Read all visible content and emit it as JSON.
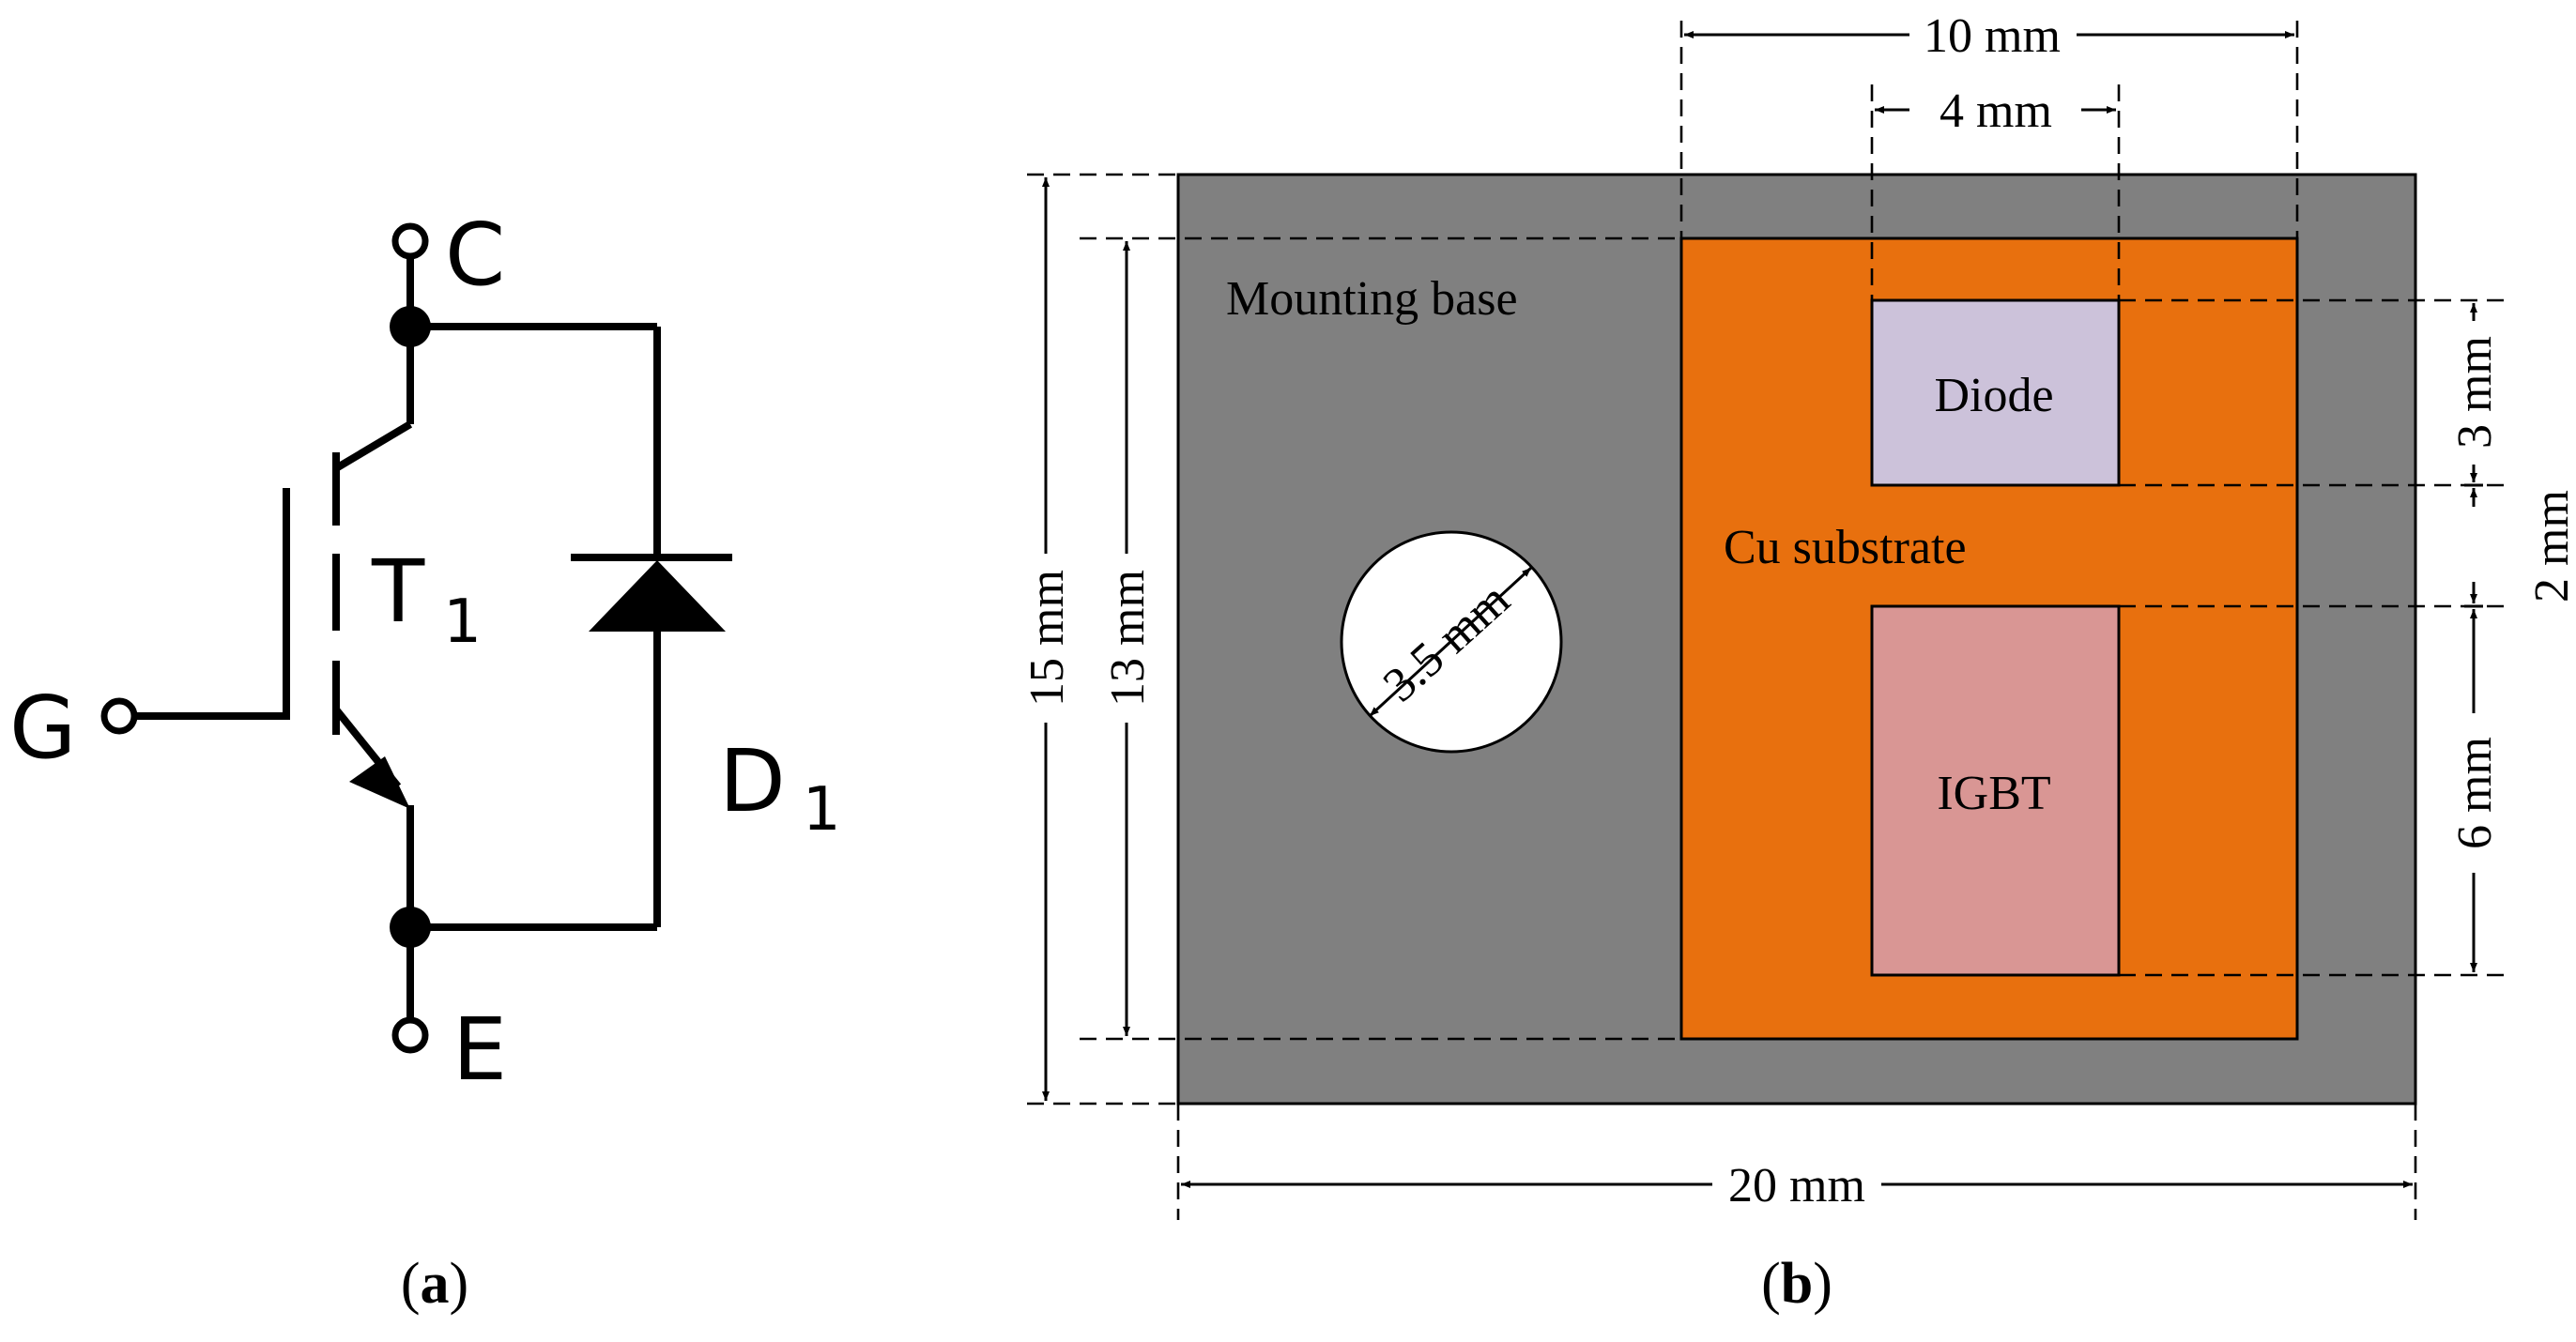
{
  "panel_a": {
    "caption_open": "(",
    "caption_letter": "a",
    "caption_close": ")",
    "terminal_collector": "C",
    "terminal_emitter": "E",
    "terminal_gate": "G",
    "transistor_label": "T",
    "transistor_sub": "1",
    "diode_label": "D",
    "diode_sub": "1"
  },
  "panel_b": {
    "caption_open": "(",
    "caption_letter": "b",
    "caption_close": ")",
    "mounting_base_label": "Mounting base",
    "substrate_label": "Cu substrate",
    "diode_chip_label": "Diode",
    "igbt_chip_label": "IGBT",
    "hole_dim": "3.5 mm",
    "dim_width_total": "20 mm",
    "dim_height_total": "15 mm",
    "dim_height_substrate": "13 mm",
    "dim_width_substrate": "10 mm",
    "dim_width_chip": "4 mm",
    "dim_diode_height": "3 mm",
    "dim_gap": "2 mm",
    "dim_igbt_height": "6 mm",
    "colors": {
      "mounting_base": "#808080",
      "cu_substrate": "#E8700E",
      "diode_chip": "#CCC2DA",
      "igbt_chip": "#D99694"
    }
  }
}
